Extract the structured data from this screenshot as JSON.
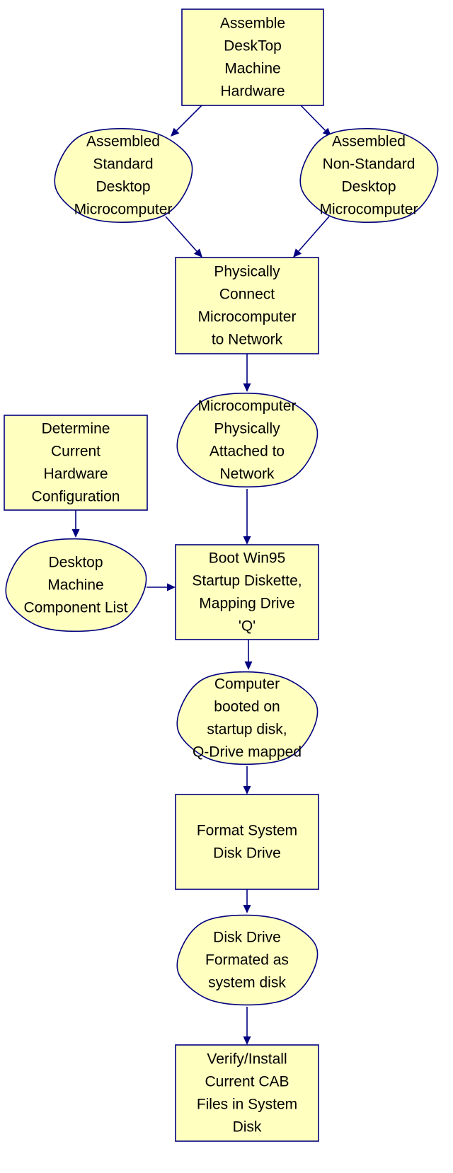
{
  "colors": {
    "node_fill": "#ffffc0",
    "node_stroke": "#00007f",
    "edge": "#00007f",
    "text": "#000000"
  },
  "nodes": {
    "assemble_hardware": {
      "shape": "process-box",
      "lines": [
        "Assemble",
        "DeskTop",
        "Machine",
        "Hardware"
      ]
    },
    "assembled_standard": {
      "shape": "state-blob",
      "lines": [
        "Assembled",
        "Standard",
        "Desktop",
        "Microcomputer"
      ]
    },
    "assembled_nonstandard": {
      "shape": "state-blob",
      "lines": [
        "Assembled",
        "Non-Standard",
        "Desktop",
        "Microcomputer"
      ]
    },
    "connect_network": {
      "shape": "process-box",
      "lines": [
        "Physically",
        "Connect",
        "Microcomputer",
        "to Network"
      ]
    },
    "attached_network": {
      "shape": "state-blob",
      "lines": [
        "Microcomputer",
        "Physically",
        "Attached to",
        "Network"
      ]
    },
    "determine_config": {
      "shape": "process-box",
      "lines": [
        "Determine",
        "Current",
        "Hardware",
        "Configuration"
      ]
    },
    "component_list": {
      "shape": "state-blob",
      "lines": [
        "Desktop",
        "Machine",
        "Component List"
      ]
    },
    "boot_win95": {
      "shape": "process-box",
      "lines": [
        "Boot Win95",
        "Startup Diskette,",
        "Mapping Drive",
        "'Q'"
      ]
    },
    "computer_booted": {
      "shape": "state-blob",
      "lines": [
        "Computer",
        "booted on",
        "startup disk,",
        "Q-Drive mapped"
      ]
    },
    "format_disk": {
      "shape": "process-box",
      "lines": [
        "Format System",
        "Disk Drive"
      ]
    },
    "disk_formatted": {
      "shape": "state-blob",
      "lines": [
        "Disk Drive",
        "Formated as",
        "system disk"
      ]
    },
    "verify_cab": {
      "shape": "process-box",
      "lines": [
        "Verify/Install",
        "Current CAB",
        "Files in System",
        "Disk"
      ]
    }
  },
  "edges": [
    {
      "from": "assemble_hardware",
      "to": "assembled_standard"
    },
    {
      "from": "assemble_hardware",
      "to": "assembled_nonstandard"
    },
    {
      "from": "assembled_standard",
      "to": "connect_network"
    },
    {
      "from": "assembled_nonstandard",
      "to": "connect_network"
    },
    {
      "from": "connect_network",
      "to": "attached_network"
    },
    {
      "from": "attached_network",
      "to": "boot_win95"
    },
    {
      "from": "determine_config",
      "to": "component_list"
    },
    {
      "from": "component_list",
      "to": "boot_win95"
    },
    {
      "from": "boot_win95",
      "to": "computer_booted"
    },
    {
      "from": "computer_booted",
      "to": "format_disk"
    },
    {
      "from": "format_disk",
      "to": "disk_formatted"
    },
    {
      "from": "disk_formatted",
      "to": "verify_cab"
    }
  ]
}
